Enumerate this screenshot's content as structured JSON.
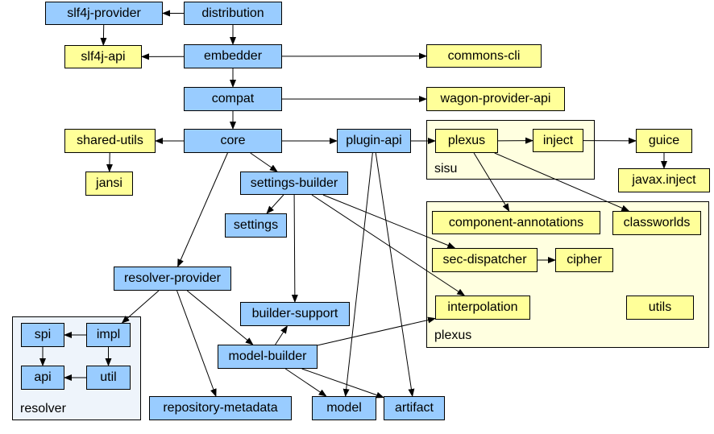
{
  "colors": {
    "maven_module": "#99ccff",
    "dependency": "#ffff99",
    "plexus_group": "#ffffe0",
    "resolver_group": "#eef4fb",
    "edge": "#000000"
  },
  "groups": {
    "sisu": "sisu",
    "plexus": "plexus",
    "resolver": "resolver"
  },
  "nodes": {
    "slf4j_provider": "slf4j-provider",
    "distribution": "distribution",
    "slf4j_api": "slf4j-api",
    "embedder": "embedder",
    "commons_cli": "commons-cli",
    "compat": "compat",
    "wagon_provider_api": "wagon-provider-api",
    "shared_utils": "shared-utils",
    "core": "core",
    "plugin_api": "plugin-api",
    "plexus": "plexus",
    "inject": "inject",
    "guice": "guice",
    "jansi": "jansi",
    "settings_builder": "settings-builder",
    "javax_inject": "javax.inject",
    "component_annotations": "component-annotations",
    "classworlds": "classworlds",
    "settings": "settings",
    "sec_dispatcher": "sec-dispatcher",
    "cipher": "cipher",
    "resolver_provider": "resolver-provider",
    "interpolation": "interpolation",
    "utils": "utils",
    "builder_support": "builder-support",
    "spi": "spi",
    "impl": "impl",
    "model_builder": "model-builder",
    "api": "api",
    "util": "util",
    "repository_metadata": "repository-metadata",
    "model": "model",
    "artifact": "artifact"
  },
  "edges": [
    [
      "distribution",
      "slf4j_provider"
    ],
    [
      "distribution",
      "embedder"
    ],
    [
      "slf4j_provider",
      "slf4j_api"
    ],
    [
      "embedder",
      "slf4j_api"
    ],
    [
      "embedder",
      "commons_cli"
    ],
    [
      "embedder",
      "compat"
    ],
    [
      "compat",
      "wagon_provider_api"
    ],
    [
      "compat",
      "core"
    ],
    [
      "core",
      "shared_utils"
    ],
    [
      "core",
      "plugin_api"
    ],
    [
      "core",
      "settings_builder"
    ],
    [
      "core",
      "resolver_provider"
    ],
    [
      "shared_utils",
      "jansi"
    ],
    [
      "plugin_api",
      "plexus"
    ],
    [
      "plugin_api",
      "model"
    ],
    [
      "plugin_api",
      "artifact"
    ],
    [
      "plexus",
      "inject"
    ],
    [
      "inject",
      "guice"
    ],
    [
      "guice",
      "javax_inject"
    ],
    [
      "plexus",
      "component_annotations"
    ],
    [
      "plexus",
      "classworlds"
    ],
    [
      "settings_builder",
      "settings"
    ],
    [
      "settings_builder",
      "builder_support"
    ],
    [
      "settings_builder",
      "sec_dispatcher"
    ],
    [
      "settings_builder",
      "interpolation"
    ],
    [
      "sec_dispatcher",
      "cipher"
    ],
    [
      "resolver_provider",
      "impl"
    ],
    [
      "resolver_provider",
      "model_builder"
    ],
    [
      "resolver_provider",
      "repository_metadata"
    ],
    [
      "impl",
      "spi"
    ],
    [
      "impl",
      "util"
    ],
    [
      "spi",
      "api"
    ],
    [
      "util",
      "api"
    ],
    [
      "model_builder",
      "builder_support"
    ],
    [
      "model_builder",
      "interpolation"
    ],
    [
      "model_builder",
      "model"
    ],
    [
      "model_builder",
      "artifact"
    ]
  ]
}
